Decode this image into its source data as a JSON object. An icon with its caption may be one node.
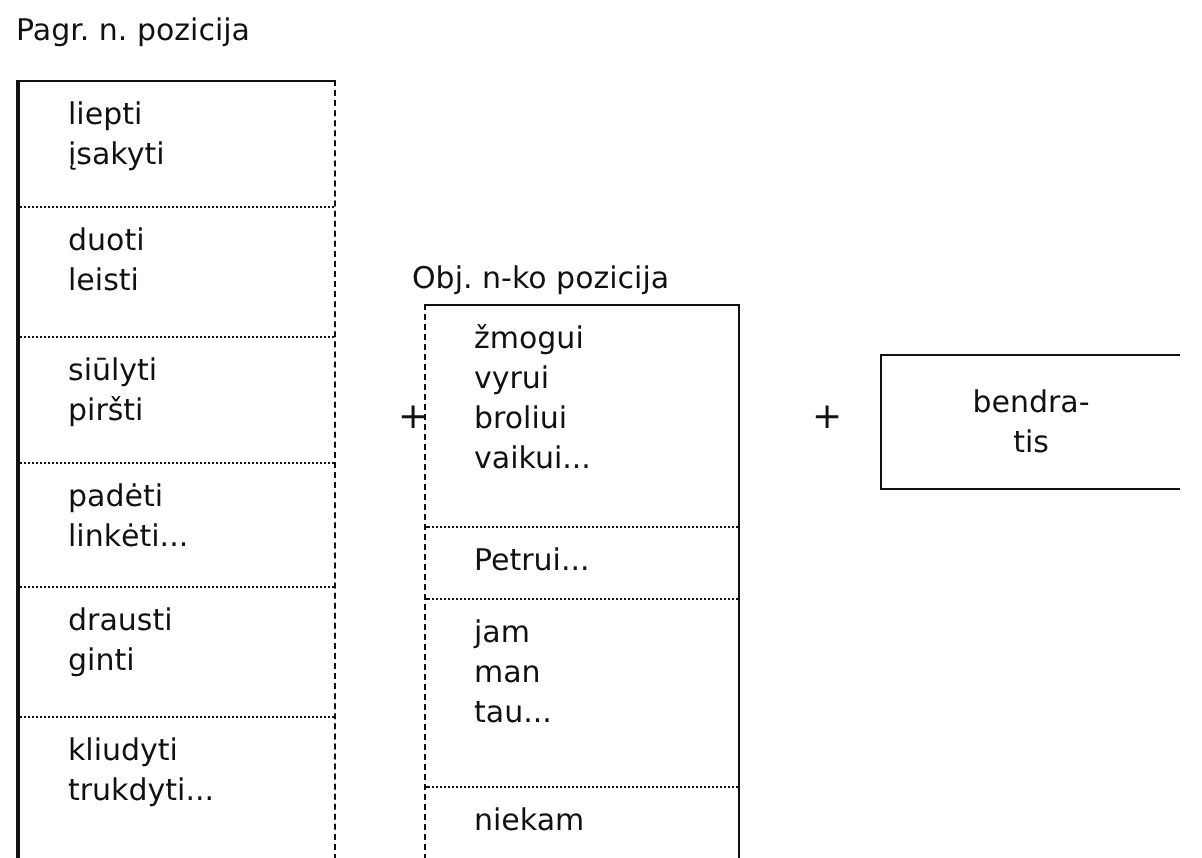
{
  "diagram": {
    "nodes": [
      {
        "text": [
          "Pagr. n. pozicija"
        ]
      },
      {
        "text": [
          "liepti",
          "įsakyti"
        ],
        "in": 0
      },
      {
        "text": [
          "duoti",
          "leisti"
        ],
        "in": 0
      },
      {
        "text": [
          "siūlyti",
          "piršti"
        ],
        "in": 0
      },
      {
        "text": [
          "padėti",
          "linkėti..."
        ],
        "in": 0
      },
      {
        "text": [
          "drausti",
          "ginti"
        ],
        "in": 0
      },
      {
        "text": [
          "kliudyti",
          "trukdyti..."
        ],
        "in": 0
      },
      {
        "text": [
          "Obj. n-ko pozicija"
        ]
      },
      {
        "text": [
          "žmogui",
          "vyrui",
          "broliui",
          "vaikui..."
        ],
        "in": 7
      },
      {
        "text": [
          "Petrui..."
        ],
        "in": 7
      },
      {
        "text": [
          "jam",
          "man",
          "tau..."
        ],
        "in": 7
      },
      {
        "text": [
          "niekam"
        ],
        "in": 7
      },
      {
        "text": [
          "bendra- tis"
        ]
      }
    ],
    "labels": [
      "+",
      "+"
    ]
  }
}
